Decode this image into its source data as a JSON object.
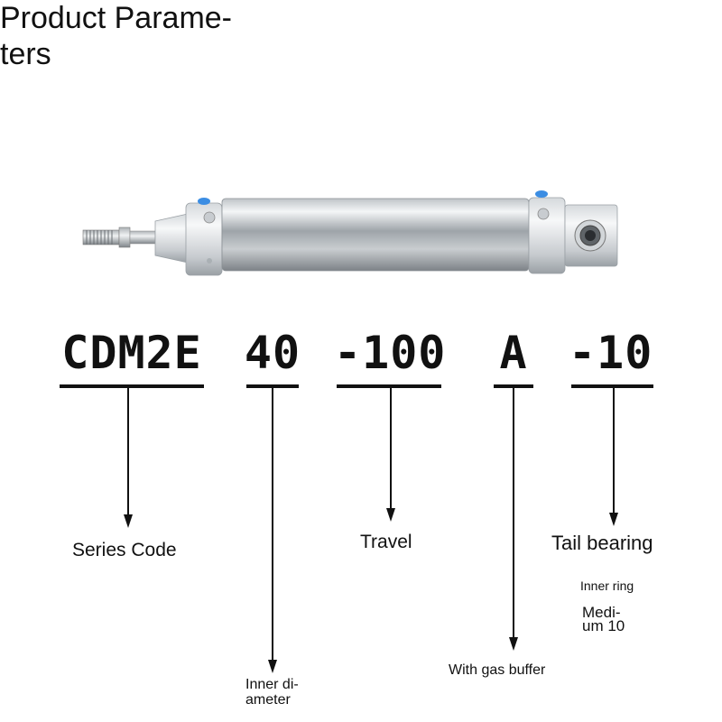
{
  "title": {
    "line1": "Product Parame-",
    "line2": "ters"
  },
  "model_code": {
    "series": "CDM2E",
    "bore": "40",
    "stroke": "-100",
    "buffer": "A",
    "bearing": "-10"
  },
  "labels": {
    "series": "Series Code",
    "bore": {
      "line1": "Inner di-",
      "line2": "ameter"
    },
    "stroke": "Travel",
    "buffer": "With gas buffer",
    "bearing": "Tail bearing",
    "inner_ring": "Inner ring",
    "medium": {
      "line1": "Medi-",
      "line2": "um 10"
    }
  }
}
